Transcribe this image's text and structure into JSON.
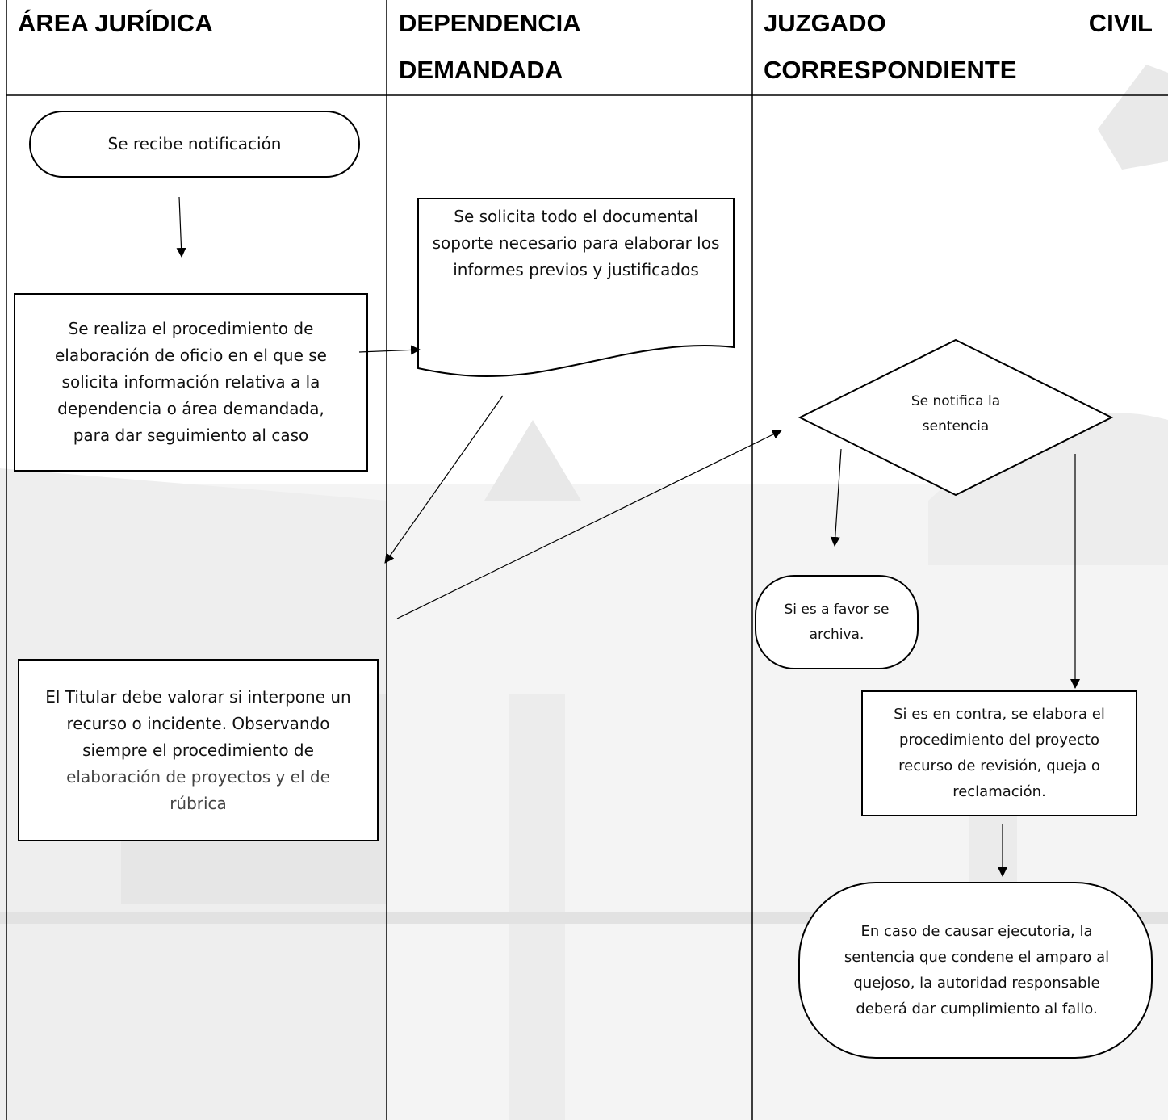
{
  "header": {
    "col1": [
      "ÁREA JURÍDICA"
    ],
    "col2": [
      "DEPENDENCIA",
      "DEMANDADA"
    ],
    "col3_left": "JUZGADO",
    "col3_right": "CIVIL",
    "col3_line2": "CORRESPONDIENTE"
  },
  "nodes": {
    "recibe": "Se recibe notificación",
    "procedimiento": "Se realiza el procedimiento de elaboración de oficio en el que se solicita información relativa a la dependencia o área demandada, para dar seguimiento al caso",
    "solicita": "Se solicita todo el documental soporte necesario para elaborar los informes previos y justificados",
    "decision": "Se notifica la sentencia",
    "favor": "Si es a favor se archiva.",
    "contra": "Si es en contra, se elabora el procedimiento del proyecto recurso de revisión, queja o reclamación.",
    "titular_1": "El Titular debe valorar si interpone un recurso o incidente. Observando siempre el procedimiento de",
    "titular_2": "elaboración de proyectos y el de rúbrica",
    "ejecutoria": "En caso de causar ejecutoria, la sentencia que condene el amparo al quejoso, la autoridad responsable deberá dar cumplimiento al fallo."
  }
}
